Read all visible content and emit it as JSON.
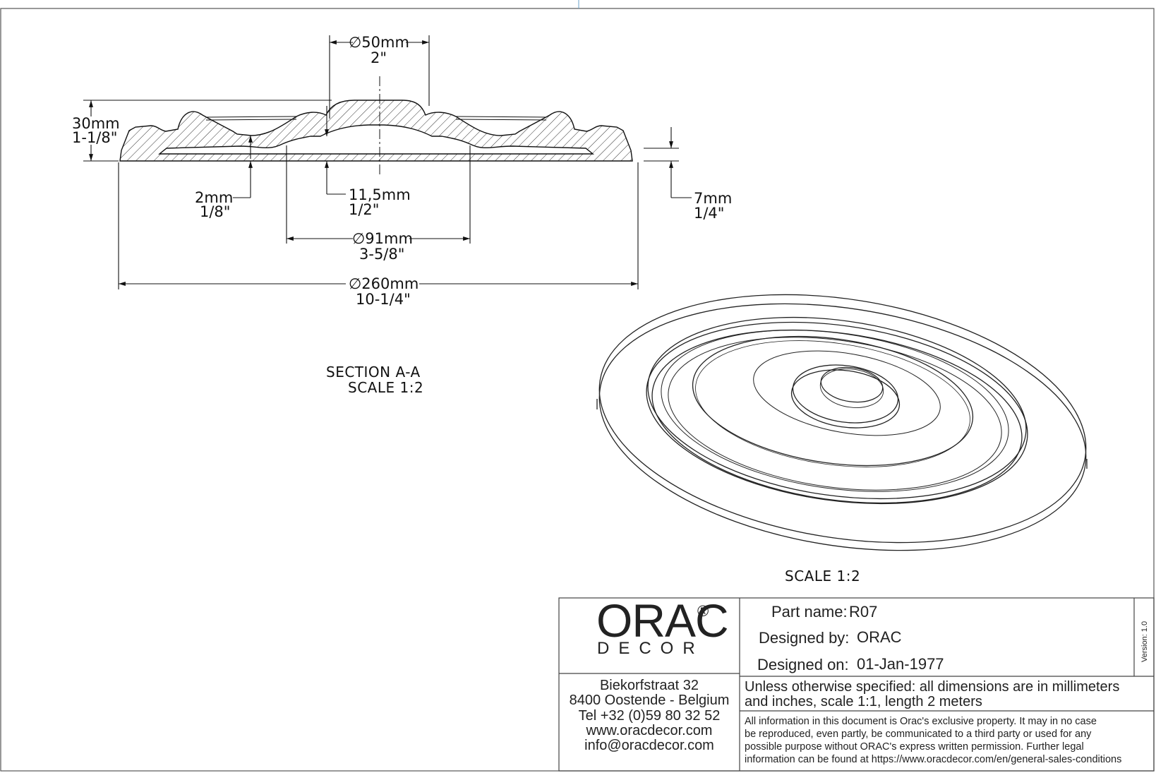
{
  "section_view": {
    "dimensions": {
      "top_diameter_mm": "∅50mm",
      "top_diameter_in": "2\"",
      "height_mm": "30mm",
      "height_in": "1-1/8\"",
      "thin_mm": "2mm",
      "thin_in": "1/8\"",
      "center_depth_mm": "11,5mm",
      "center_depth_in": "1/2\"",
      "rim_mm": "7mm",
      "rim_in": "1/4\"",
      "inner_diameter_mm": "∅91mm",
      "inner_diameter_in": "3-5/8\"",
      "outer_diameter_mm": "∅260mm",
      "outer_diameter_in": "10-1/4\""
    },
    "caption_line1": "SECTION  A-A",
    "caption_line2": "SCALE  1:2"
  },
  "iso_view": {
    "caption": "SCALE  1:2"
  },
  "title_block": {
    "logo_main": "ORAC",
    "logo_sub": "DECOR",
    "logo_reg": "®",
    "address_lines": [
      "Biekorfstraat 32",
      "8400 Oostende - Belgium",
      "Tel  +32 (0)59 80 32 52",
      "www.oracdecor.com",
      "info@oracdecor.com"
    ],
    "part_name_label": "Part name:",
    "part_name_value": "R07",
    "designed_by_label": "Designed by:",
    "designed_by_value": "ORAC",
    "designed_on_label": "Designed on:",
    "designed_on_value": "01-Jan-1977",
    "version": "Version: 1.0",
    "note_lines": [
      "Unless otherwise specified: all dimensions are in millimeters",
      "and inches, scale 1:1, length 2 meters"
    ],
    "legal_lines": [
      "All information in this document is Orac's exclusive property.  It may in no case",
      "be reproduced, even partly, be communicated to a third party or used for any",
      "possible purpose without ORAC's express written permission. Further legal",
      "information can be found at https://www.oracdecor.com/en/general-sales-conditions"
    ]
  }
}
